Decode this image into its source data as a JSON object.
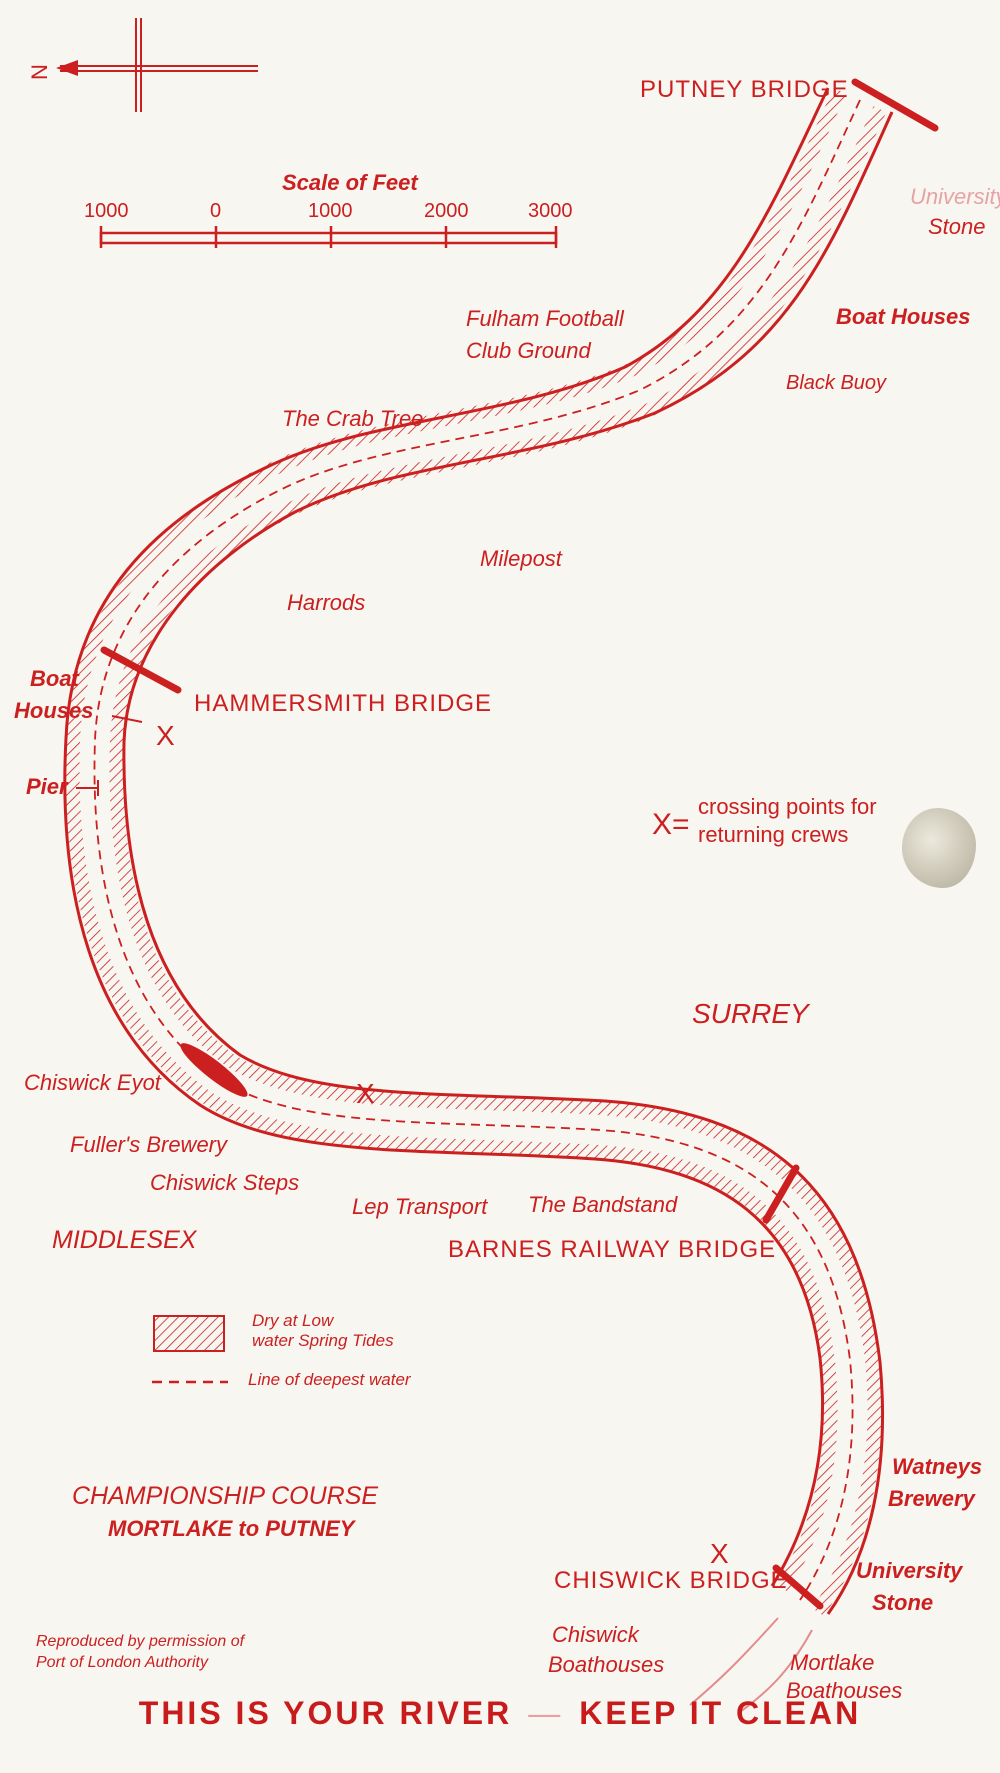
{
  "north_arrow": {
    "letter": "N"
  },
  "scale": {
    "title": "Scale of Feet",
    "ticks": [
      "1000",
      "0",
      "1000",
      "2000",
      "3000"
    ]
  },
  "labels": {
    "putney_bridge": "PUTNEY BRIDGE",
    "university_stone_top": [
      "University",
      "Stone"
    ],
    "boat_houses_right": "Boat Houses",
    "black_buoy": "Black Buoy",
    "fulham": [
      "Fulham Football",
      "Club Ground"
    ],
    "crab_tree": "The Crab Tree",
    "milepost": "Milepost",
    "harrods": "Harrods",
    "boat_houses_left": [
      "Boat",
      "Houses"
    ],
    "hammersmith_bridge": "HAMMERSMITH BRIDGE",
    "pier": "Pier",
    "surrey": "SURREY",
    "chiswick_eyot": "Chiswick Eyot",
    "fullers_brewery": "Fuller's Brewery",
    "chiswick_steps": "Chiswick Steps",
    "lep_transport": "Lep Transport",
    "bandstand": "The Bandstand",
    "barnes_bridge": "BARNES RAILWAY BRIDGE",
    "middlesex": "MIDDLESEX",
    "watneys": [
      "Watneys",
      "Brewery"
    ],
    "chiswick_bridge": "CHISWICK BRIDGE",
    "university_stone_bottom": [
      "University",
      "Stone"
    ],
    "chiswick_boathouses": [
      "Chiswick",
      "Boathouses"
    ],
    "mortlake_boathouses": [
      "Mortlake",
      "Boathouses"
    ],
    "crossing_mark": "X"
  },
  "crossing_legend": {
    "symbol": "X=",
    "lines": [
      "crossing points for",
      "returning crews"
    ]
  },
  "legend": {
    "dry": [
      "Dry at Low",
      "water Spring Tides"
    ],
    "deepest": "Line of deepest water"
  },
  "course": {
    "title": "CHAMPIONSHIP COURSE",
    "subtitle": "MORTLAKE to PUTNEY"
  },
  "credit": [
    "Reproduced by permission of",
    "Port of London Authority"
  ],
  "footer": {
    "left": "THIS IS YOUR RIVER",
    "dash": "—",
    "right": "KEEP IT CLEAN"
  },
  "colors": {
    "ink": "#cc1f1f",
    "paper": "#f7f6f1"
  }
}
